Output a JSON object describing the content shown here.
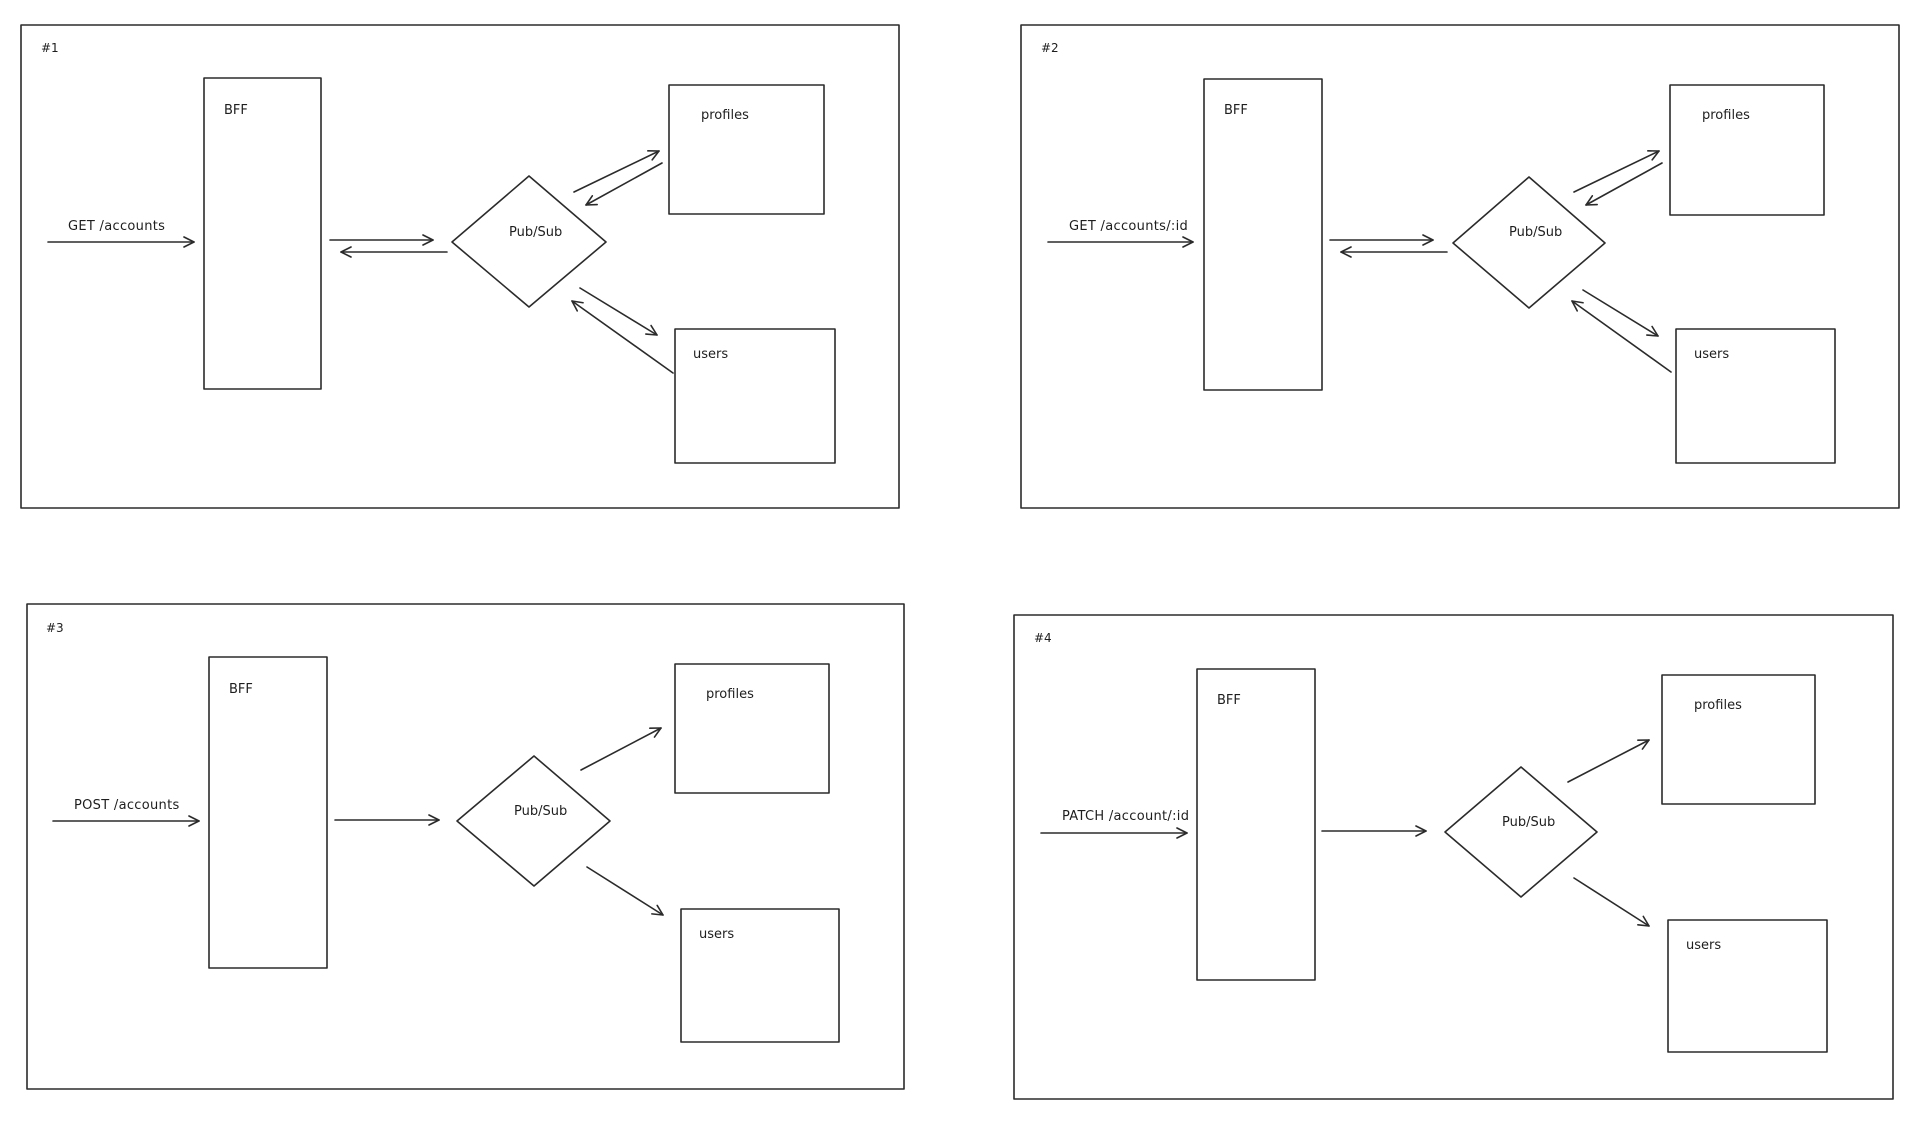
{
  "colors": {
    "stroke": "#2b2b2b",
    "text": "#1e1e1e",
    "background": "#ffffff"
  },
  "diagrams": [
    {
      "number": "#1",
      "endpoint": "GET /accounts",
      "gateway": "BFF",
      "broker": "Pub/Sub",
      "services": [
        "profiles",
        "users"
      ],
      "bidirectional": true
    },
    {
      "number": "#2",
      "endpoint": "GET /accounts/:id",
      "gateway": "BFF",
      "broker": "Pub/Sub",
      "services": [
        "profiles",
        "users"
      ],
      "bidirectional": true
    },
    {
      "number": "#3",
      "endpoint": "POST /accounts",
      "gateway": "BFF",
      "broker": "Pub/Sub",
      "services": [
        "profiles",
        "users"
      ],
      "bidirectional": false
    },
    {
      "number": "#4",
      "endpoint": "PATCH /account/:id",
      "gateway": "BFF",
      "broker": "Pub/Sub",
      "services": [
        "profiles",
        "users"
      ],
      "bidirectional": false
    }
  ]
}
